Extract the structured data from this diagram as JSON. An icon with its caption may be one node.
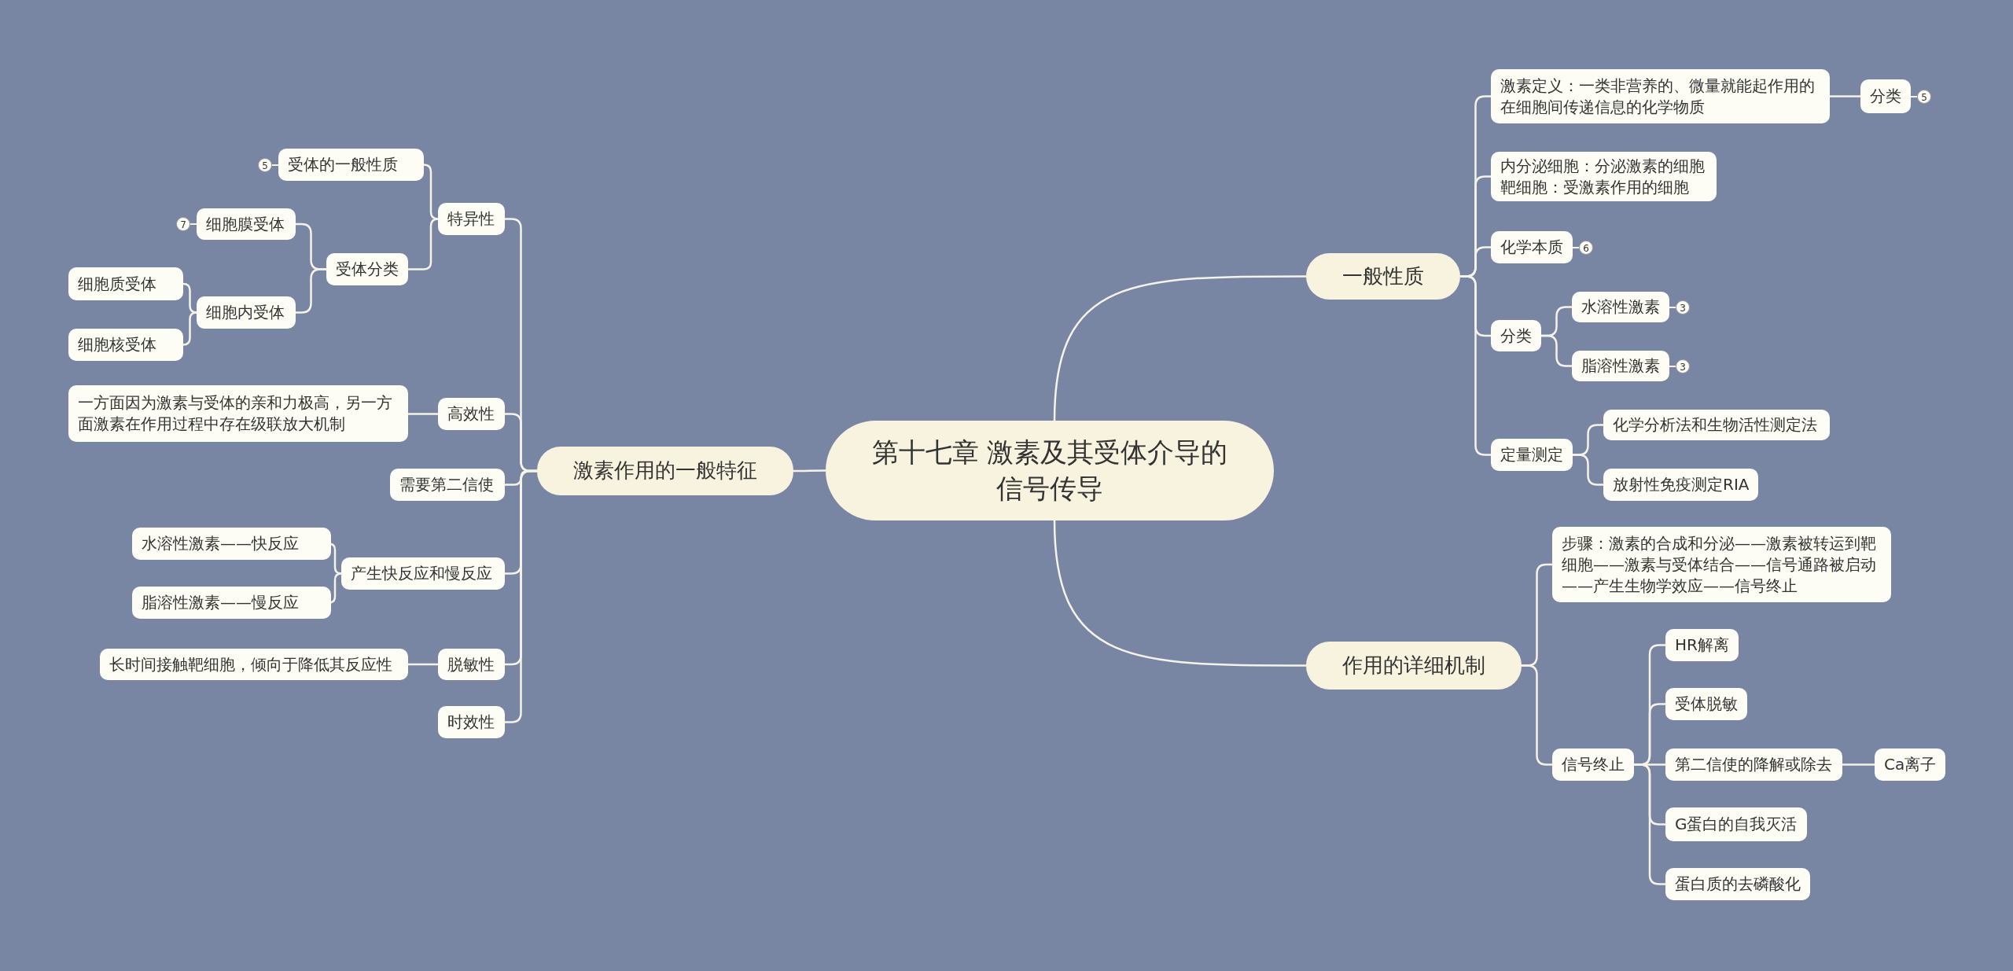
{
  "diagram": {
    "nodes": [
      {
        "text": [
          "第十七章 激素及其受体介导的信号传导"
        ]
      },
      {
        "text": [
          "一般性质"
        ]
      },
      {
        "text": [
          "激素定义：一类非营养的、微量就能起作用的在细胞间传递信息的化学物质"
        ]
      },
      {
        "text": [
          "分类"
        ],
        "beside": [
          "5"
        ]
      },
      {
        "text": [
          "内分泌细胞：分泌激素的细胞",
          "靶细胞：受激素作用的细胞"
        ]
      },
      {
        "text": [
          "化学本质"
        ],
        "beside": [
          "6"
        ]
      },
      {
        "text": [
          "分类"
        ]
      },
      {
        "text": [
          "水溶性激素"
        ],
        "beside": [
          "3"
        ]
      },
      {
        "text": [
          "脂溶性激素"
        ],
        "beside": [
          "3"
        ]
      },
      {
        "text": [
          "定量测定"
        ]
      },
      {
        "text": [
          "化学分析法和生物活性测定法"
        ]
      },
      {
        "text": [
          "放射性免疫测定RIA"
        ]
      },
      {
        "text": [
          "作用的详细机制"
        ]
      },
      {
        "text": [
          "步骤：激素的合成和分泌——激素被转运到靶细胞——激素与受体结合——信号通路被启动——产生生物学效应——信号终止"
        ]
      },
      {
        "text": [
          "信号终止"
        ]
      },
      {
        "text": [
          "HR解离"
        ]
      },
      {
        "text": [
          "受体脱敏"
        ]
      },
      {
        "text": [
          "第二信使的降解或除去"
        ]
      },
      {
        "text": [
          "Ca离子"
        ]
      },
      {
        "text": [
          "G蛋白的自我灭活"
        ]
      },
      {
        "text": [
          "蛋白质的去磷酸化"
        ]
      },
      {
        "text": [
          "激素作用的一般特征"
        ]
      },
      {
        "text": [
          "特异性"
        ]
      },
      {
        "text": [
          "受体的一般性质"
        ],
        "beside": [
          "5"
        ]
      },
      {
        "text": [
          "受体分类"
        ]
      },
      {
        "text": [
          "细胞膜受体"
        ],
        "beside": [
          "7"
        ]
      },
      {
        "text": [
          "细胞内受体"
        ]
      },
      {
        "text": [
          "细胞质受体"
        ]
      },
      {
        "text": [
          "细胞核受体"
        ]
      },
      {
        "text": [
          "高效性"
        ]
      },
      {
        "text": [
          "一方面因为激素与受体的亲和力极高，另一方面激素在作用过程中存在级联放大机制"
        ]
      },
      {
        "text": [
          "需要第二信使"
        ]
      },
      {
        "text": [
          "产生快反应和慢反应"
        ]
      },
      {
        "text": [
          "水溶性激素——快反应"
        ]
      },
      {
        "text": [
          "脂溶性激素——慢反应"
        ]
      },
      {
        "text": [
          "脱敏性"
        ]
      },
      {
        "text": [
          "长时间接触靶细胞，倾向于降低其反应性"
        ]
      },
      {
        "text": [
          "时效性"
        ]
      }
    ],
    "edges": [
      {
        "from": 0,
        "to": 1,
        "arrow": "none"
      },
      {
        "from": 1,
        "to": 2,
        "arrow": "none"
      },
      {
        "from": 2,
        "to": 3,
        "arrow": "none"
      },
      {
        "from": 1,
        "to": 4,
        "arrow": "none"
      },
      {
        "from": 1,
        "to": 5,
        "arrow": "none"
      },
      {
        "from": 1,
        "to": 6,
        "arrow": "none"
      },
      {
        "from": 6,
        "to": 7,
        "arrow": "none"
      },
      {
        "from": 6,
        "to": 8,
        "arrow": "none"
      },
      {
        "from": 1,
        "to": 9,
        "arrow": "none"
      },
      {
        "from": 9,
        "to": 10,
        "arrow": "none"
      },
      {
        "from": 9,
        "to": 11,
        "arrow": "none"
      },
      {
        "from": 0,
        "to": 12,
        "arrow": "none"
      },
      {
        "from": 12,
        "to": 13,
        "arrow": "none"
      },
      {
        "from": 12,
        "to": 14,
        "arrow": "none"
      },
      {
        "from": 14,
        "to": 15,
        "arrow": "none"
      },
      {
        "from": 14,
        "to": 16,
        "arrow": "none"
      },
      {
        "from": 14,
        "to": 17,
        "arrow": "none"
      },
      {
        "from": 17,
        "to": 18,
        "arrow": "none"
      },
      {
        "from": 14,
        "to": 19,
        "arrow": "none"
      },
      {
        "from": 14,
        "to": 20,
        "arrow": "none"
      },
      {
        "from": 0,
        "to": 21,
        "arrow": "none"
      },
      {
        "from": 21,
        "to": 22,
        "arrow": "none"
      },
      {
        "from": 22,
        "to": 23,
        "arrow": "none"
      },
      {
        "from": 22,
        "to": 24,
        "arrow": "none"
      },
      {
        "from": 24,
        "to": 25,
        "arrow": "none"
      },
      {
        "from": 24,
        "to": 26,
        "arrow": "none"
      },
      {
        "from": 26,
        "to": 27,
        "arrow": "none"
      },
      {
        "from": 26,
        "to": 28,
        "arrow": "none"
      },
      {
        "from": 21,
        "to": 29,
        "arrow": "none"
      },
      {
        "from": 29,
        "to": 30,
        "arrow": "none"
      },
      {
        "from": 21,
        "to": 31,
        "arrow": "none"
      },
      {
        "from": 21,
        "to": 32,
        "arrow": "none"
      },
      {
        "from": 32,
        "to": 33,
        "arrow": "none"
      },
      {
        "from": 32,
        "to": 34,
        "arrow": "none"
      },
      {
        "from": 21,
        "to": 35,
        "arrow": "none"
      },
      {
        "from": 35,
        "to": 36,
        "arrow": "none"
      },
      {
        "from": 21,
        "to": 37,
        "arrow": "none"
      }
    ]
  }
}
